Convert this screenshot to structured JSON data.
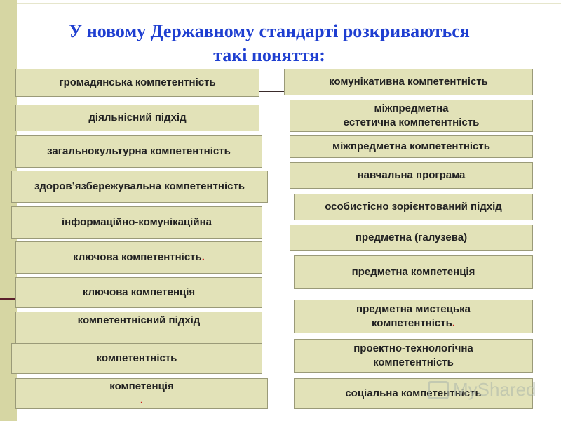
{
  "title": {
    "line1": "У новому Державному стандарті розкриваються",
    "line2": "такі поняття:"
  },
  "left_items": [
    {
      "text": "громадянська компетентність",
      "suffix": ""
    },
    {
      "text": "діяльнісний підхід",
      "suffix": ""
    },
    {
      "text": "загальнокультурна компетентність",
      "suffix": ""
    },
    {
      "text": "здоров’язбережувальна компетентність",
      "suffix": ""
    },
    {
      "text": "інформаційно-комунікаційна",
      "suffix": ""
    },
    {
      "text": "ключова компетентність",
      "suffix": "."
    },
    {
      "text": "ключова компетенція",
      "suffix": ""
    },
    {
      "text": "компетентнісний підхід",
      "suffix": ""
    },
    {
      "text": "компетентність",
      "suffix": ""
    },
    {
      "text": "компетенція",
      "suffix": "."
    }
  ],
  "right_items": [
    {
      "line1": "комунікативна компетентність",
      "line2": "",
      "suffix": ""
    },
    {
      "line1": "міжпредметна",
      "line2": "естетична компетентність",
      "suffix": ""
    },
    {
      "line1": "міжпредметна компетентність",
      "line2": "",
      "suffix": ""
    },
    {
      "line1": "навчальна програма",
      "line2": "",
      "suffix": ""
    },
    {
      "line1": "особистісно зорієнтований підхід",
      "line2": "",
      "suffix": ""
    },
    {
      "line1": "предметна (галузева)",
      "line2": "",
      "suffix": ""
    },
    {
      "line1": "предметна компетенція",
      "line2": "",
      "suffix": ""
    },
    {
      "line1": "предметна мистецька",
      "line2": "компетентність",
      "suffix": "."
    },
    {
      "line1": "проектно-технологічна",
      "line2": "компетентність",
      "suffix": ""
    },
    {
      "line1": "соціальна компетентність",
      "line2": "",
      "suffix": ""
    }
  ],
  "colors": {
    "title": "#1f3fd1",
    "box_fill": "#e2e2b8",
    "sidebar": "#d6d6a3",
    "accent_red": "#cc1a1a"
  },
  "watermark": {
    "text": "MyShared",
    "icon": "presentation-icon"
  }
}
